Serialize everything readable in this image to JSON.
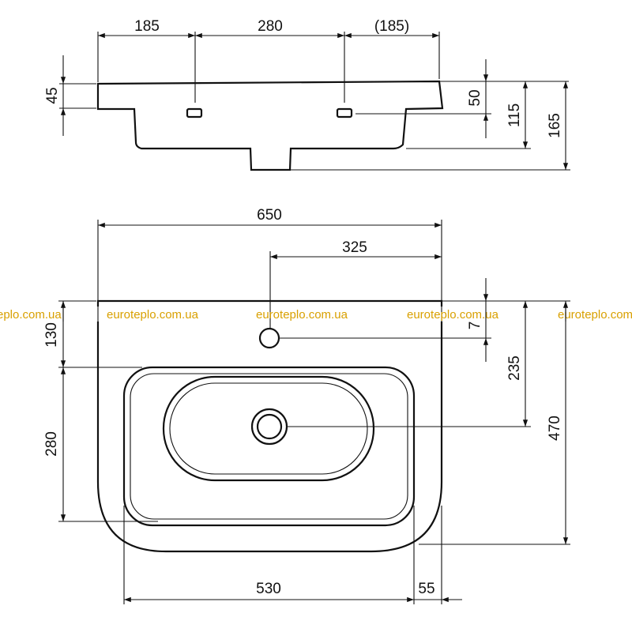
{
  "watermark": "euroteplo.com.ua",
  "watermark_partial": "eplo.com.ua",
  "watermark_cut": "euroteplo.com.u",
  "watermark_color": "#d9a000",
  "side_view": {
    "dim_top_left": "185",
    "dim_top_middle": "280",
    "dim_top_right": "(185)",
    "dim_rim_left": "45",
    "dim_rim_right": "50",
    "dim_body": "115",
    "dim_total": "165"
  },
  "top_view": {
    "dim_width": "650",
    "dim_tap_offset": "325",
    "dim_tap_from_back": "130",
    "dim_tap_hole_offset": "7",
    "dim_drain_from_back": "235",
    "dim_bowl_length": "280",
    "dim_depth": "470",
    "dim_bowl_width": "530",
    "dim_side_rim": "55"
  }
}
